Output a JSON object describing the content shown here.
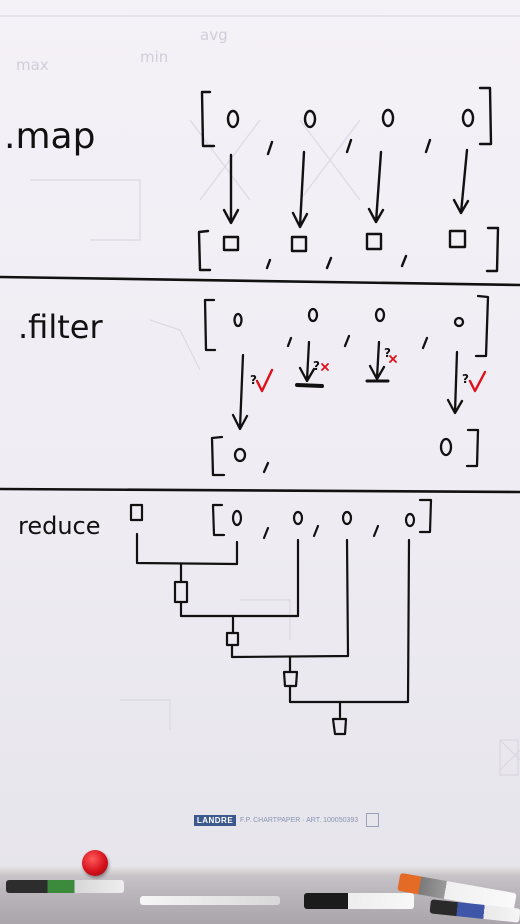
{
  "sections": {
    "map": {
      "label": ".map"
    },
    "filter": {
      "label": ".filter"
    },
    "reduce": {
      "label": "reduce"
    }
  },
  "faint_notes": [
    "max",
    "min",
    "avg"
  ],
  "flipchart": {
    "brand": "LANDRE",
    "product_text": "F.P. CHARTPAPER · ART. 100050393"
  },
  "colors": {
    "ink": "#111111",
    "check_red": "#e0101a",
    "paper": "#f2f0f5",
    "magnet": "#d6121c"
  }
}
